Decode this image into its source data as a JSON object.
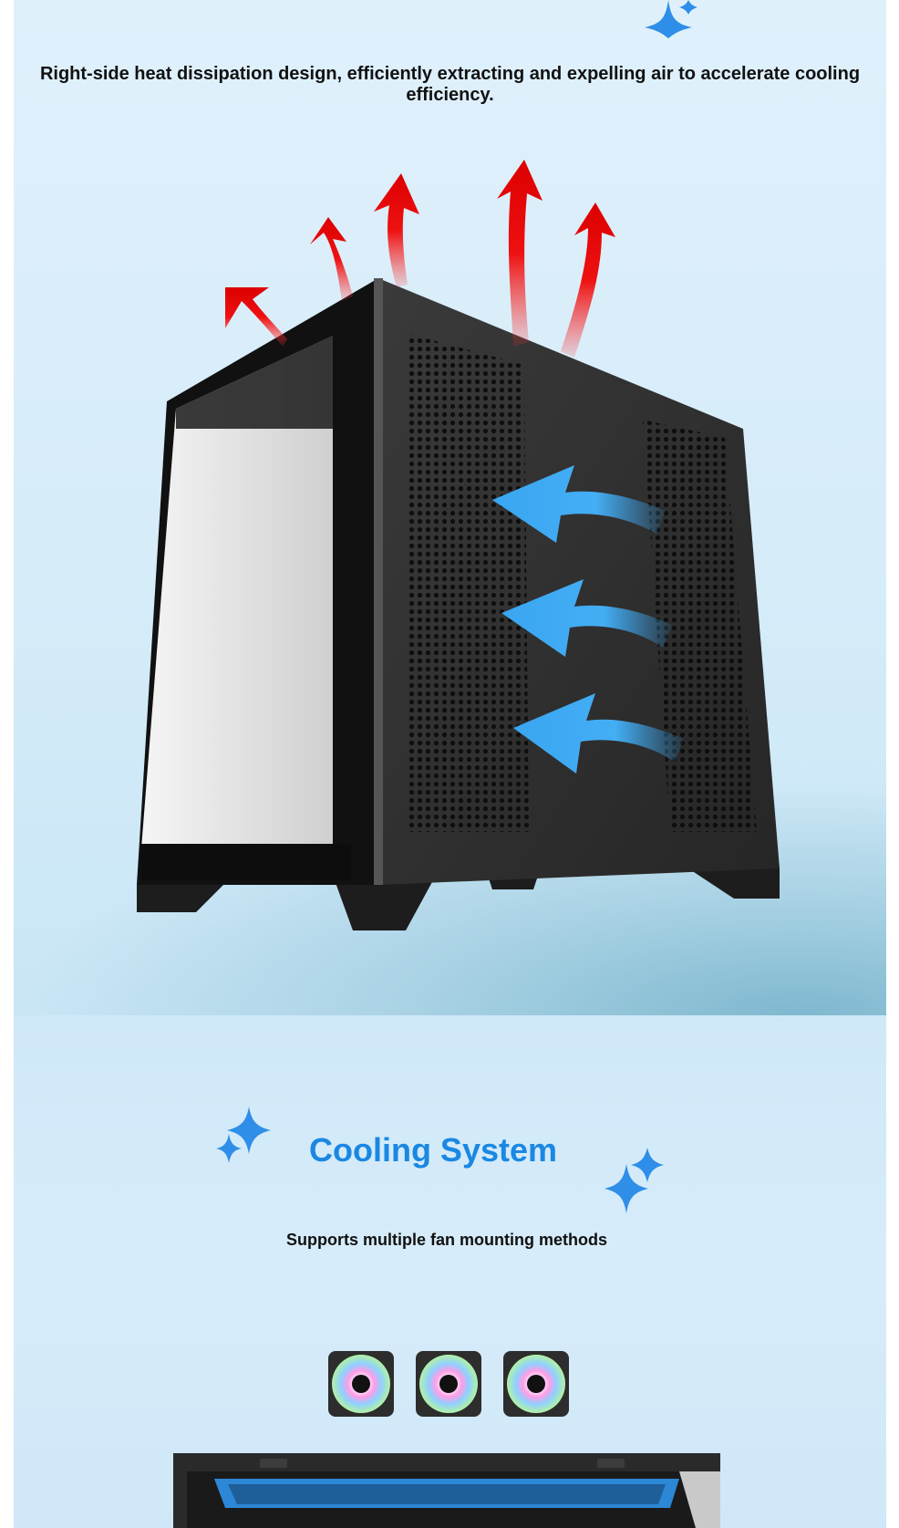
{
  "airflow_section": {
    "caption": "Right-side heat dissipation design, efficiently extracting and expelling air to accelerate cooling efficiency."
  },
  "cooling_section": {
    "title": "Cooling System",
    "subtitle": "Supports multiple fan mounting methods"
  },
  "colors": {
    "heading_blue": "#1a88e2",
    "hot_air_red": "#ee1111",
    "intake_blue": "#3aa6f2",
    "case_black": "#2a2a2a"
  },
  "icons": [
    "sparkle-icon",
    "hot-air-arrow-icon",
    "intake-air-arrow-icon",
    "rgb-fan-icon"
  ]
}
